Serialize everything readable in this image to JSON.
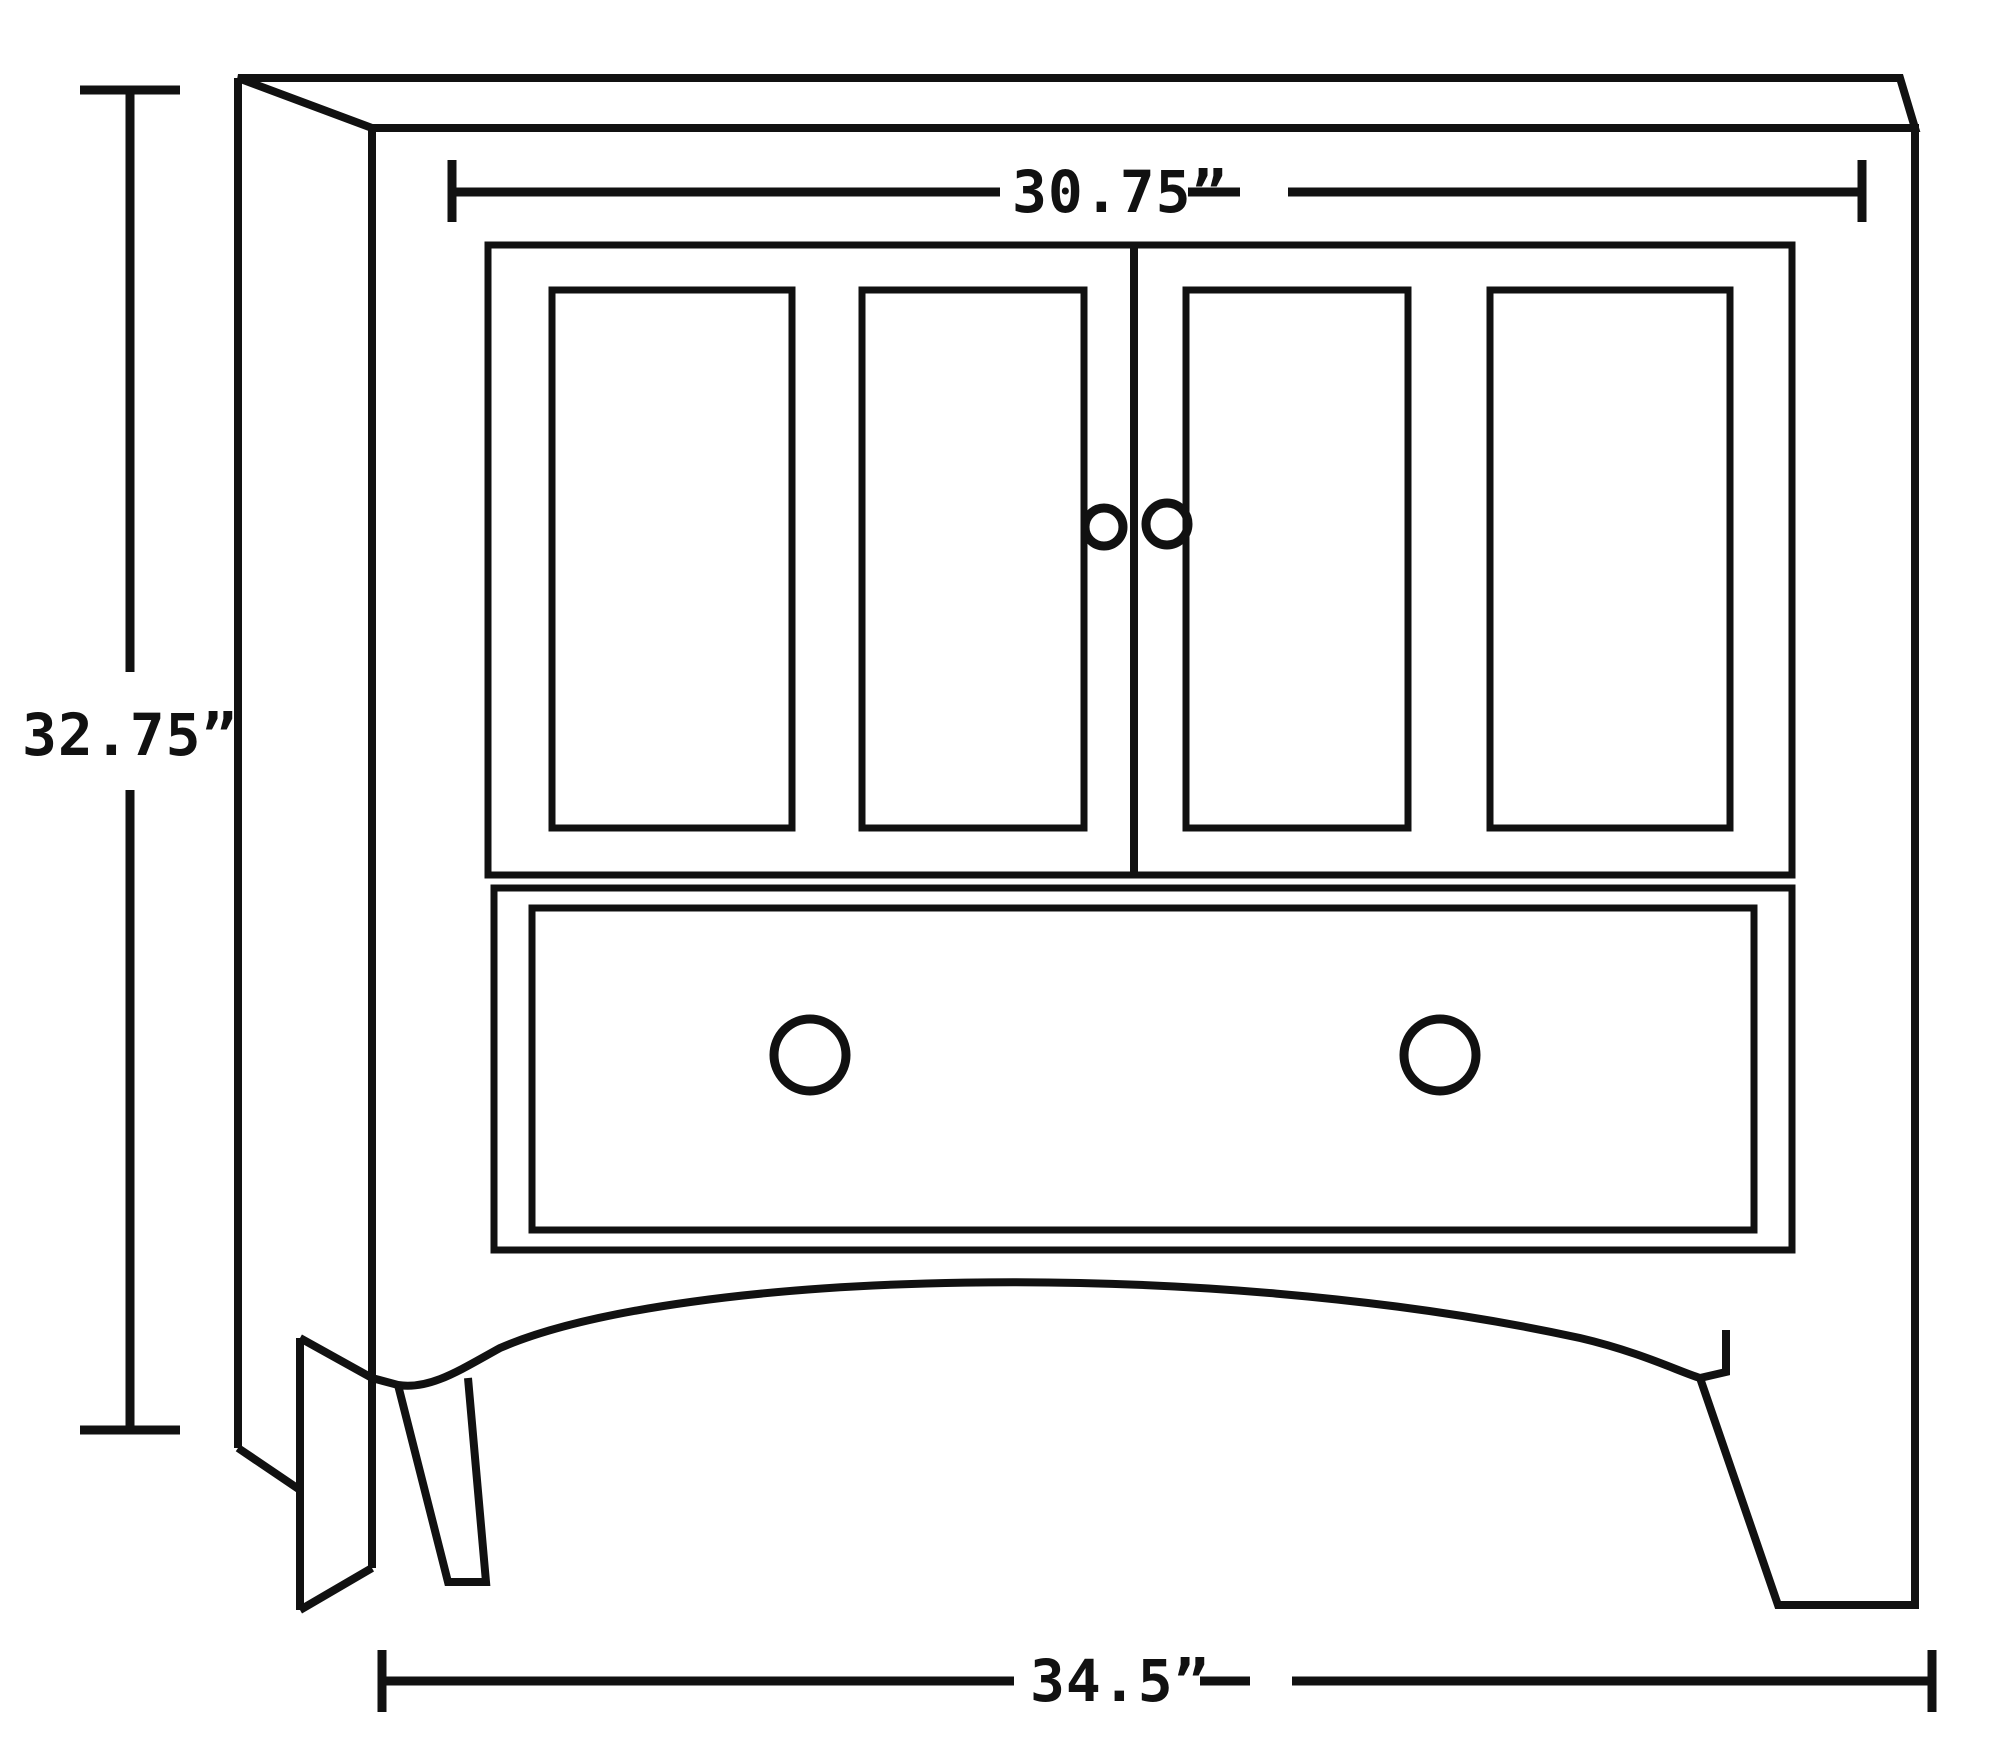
{
  "drawing": {
    "title": "Cabinet / Vanity Dimensional Line Drawing",
    "subject": "two-door one-drawer cabinet, front elevation with perspective top",
    "background_color": "#ffffff",
    "line_color": "#111111",
    "text_color": "#111111",
    "units": "inches"
  },
  "dimensions": {
    "height": {
      "label": "32.75”",
      "value": 32.75,
      "unit": "in",
      "orientation": "vertical",
      "position": "left"
    },
    "top_width": {
      "label": "30.75”",
      "value": 30.75,
      "unit": "in",
      "orientation": "horizontal",
      "position": "top"
    },
    "bottom_width": {
      "label": "34.5”",
      "value": 34.5,
      "unit": "in",
      "orientation": "horizontal",
      "position": "bottom"
    }
  },
  "components": {
    "cabinet_body": "cabinet-body",
    "top_surface": "cabinet-top-perspective",
    "side_panel": "cabinet-left-side-panel",
    "door_left": "left-door",
    "door_right": "right-door",
    "door_panels": [
      "left-door-panel-1",
      "left-door-panel-2",
      "right-door-panel-1",
      "right-door-panel-2"
    ],
    "door_knobs": [
      "left-door-knob",
      "right-door-knob"
    ],
    "drawer": "bottom-drawer",
    "drawer_knobs": [
      "drawer-knob-left",
      "drawer-knob-right"
    ],
    "apron": "curved-bottom-apron",
    "legs": [
      "left-rear-leg",
      "left-front-leg",
      "right-front-leg",
      "right-rear-leg"
    ]
  },
  "chart_data": {
    "type": "table",
    "title": "Cabinet Dimensions",
    "categories": [
      "Height",
      "Top Width",
      "Bottom Width"
    ],
    "values": [
      32.75,
      30.75,
      34.5
    ],
    "labels": [
      "32.75”",
      "30.75”",
      "34.5”"
    ],
    "unit": "inches"
  }
}
